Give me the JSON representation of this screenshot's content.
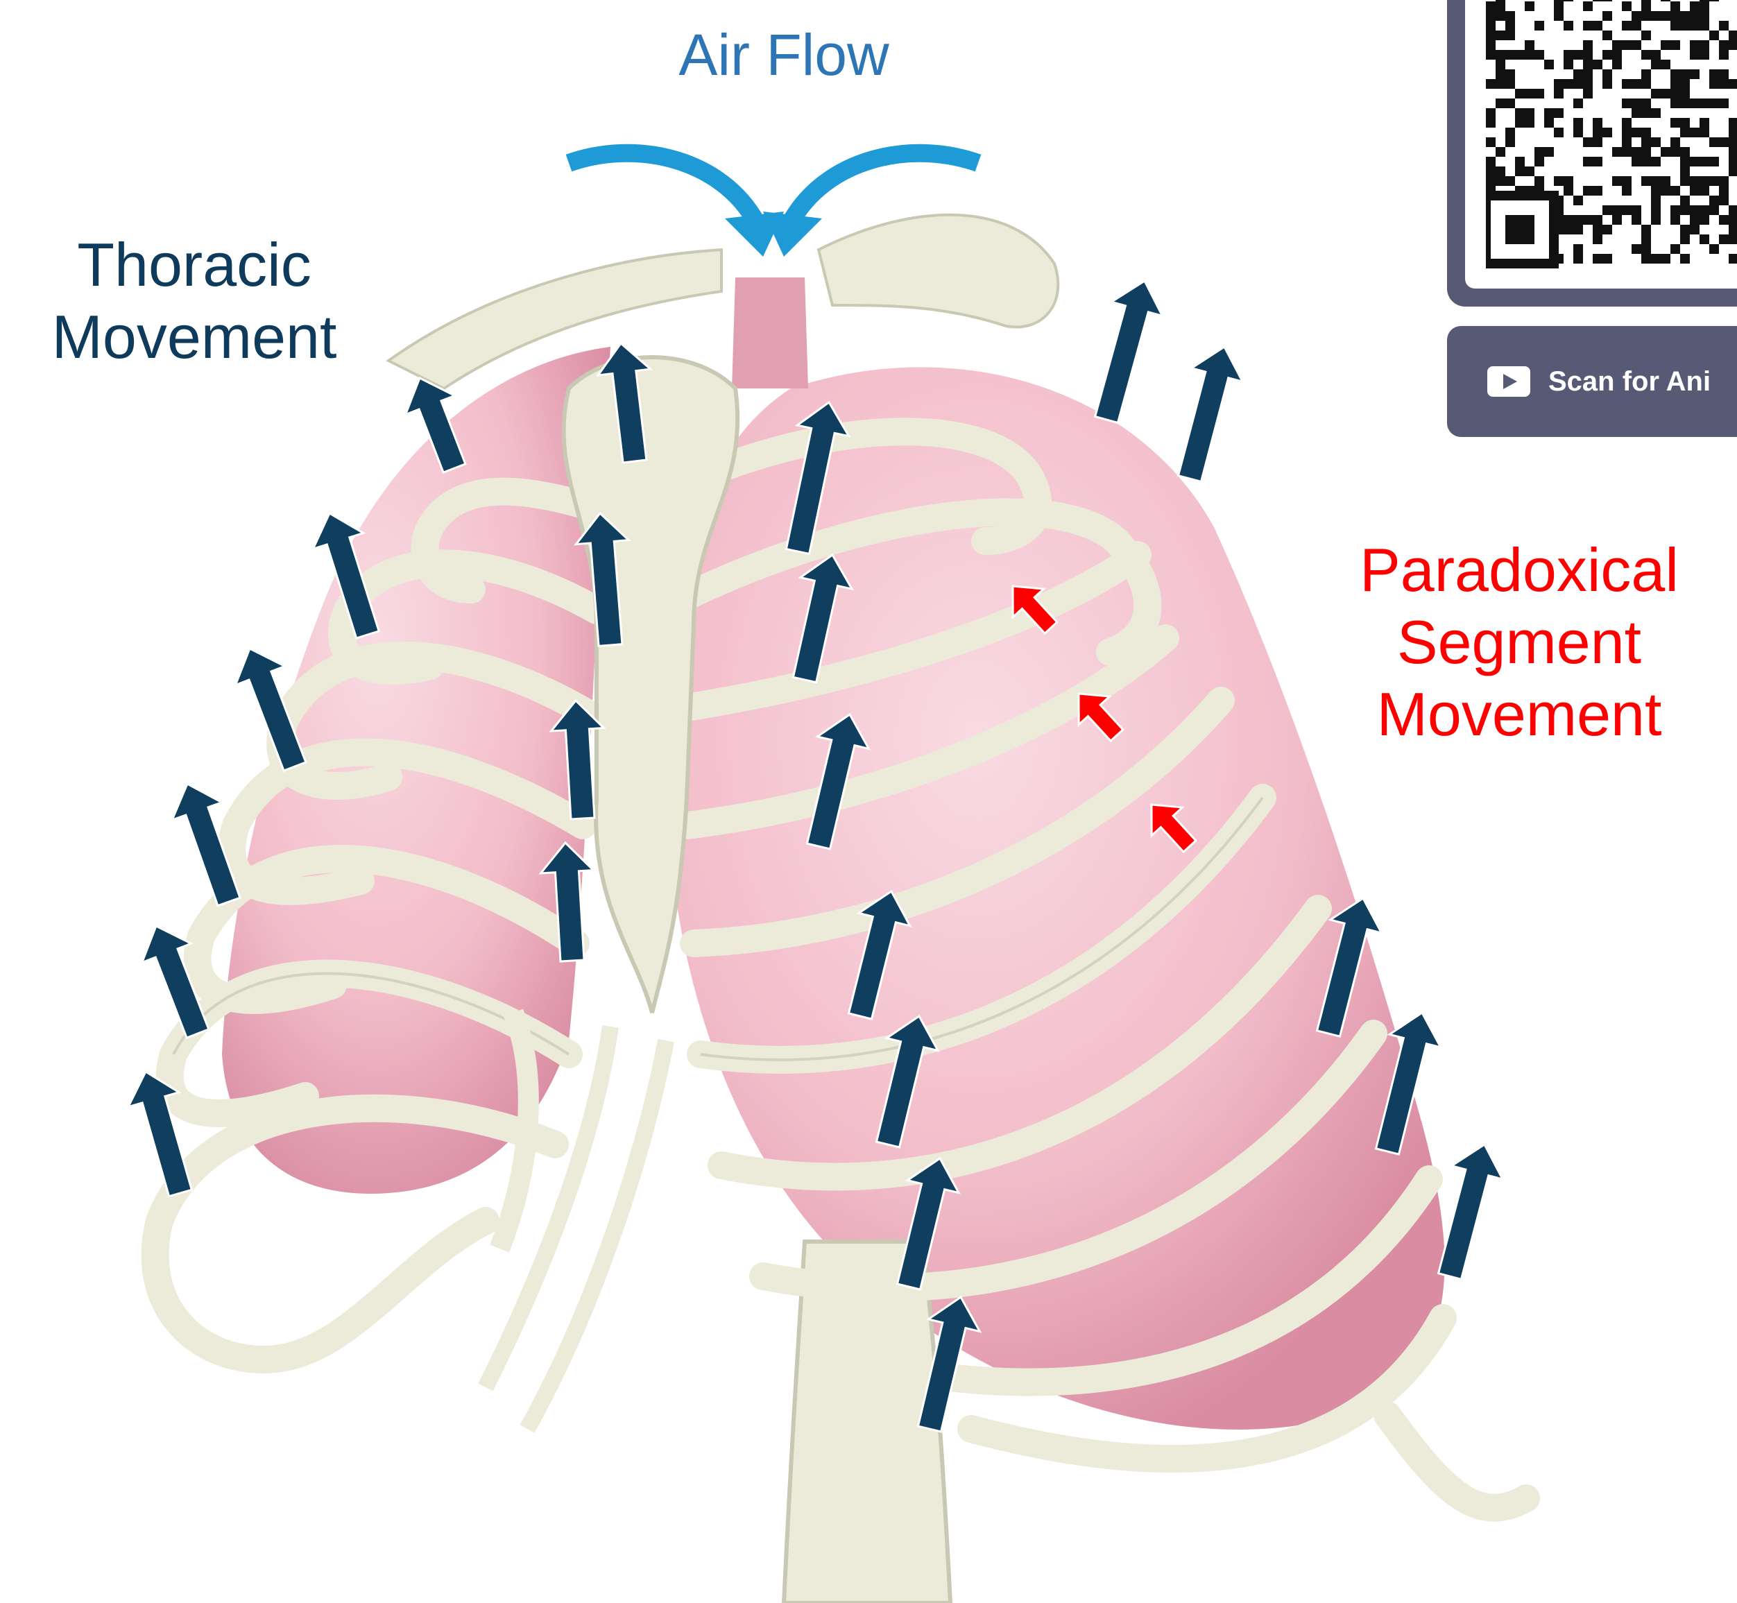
{
  "labels": {
    "air_flow": "Air Flow",
    "thoracic_line1": "Thoracic",
    "thoracic_line2": "Movement",
    "paradoxical_line1": "Paradoxical",
    "paradoxical_line2": "Segment",
    "paradoxical_line3": "Movement"
  },
  "scan_button": {
    "label": "Scan for Ani",
    "icon": "play-icon"
  },
  "colors": {
    "air_flow_text": "#2e75b6",
    "air_flow_arrows": "#1e9ad6",
    "thoracic_text": "#0e3a5c",
    "movement_arrows": "#0f3e5f",
    "paradoxical_text": "#ff0000",
    "paradoxical_arrows": "#ff0000",
    "bone": "#ecebda",
    "bone_edge": "#c9c8b2",
    "lung": "#f2bcc9",
    "lung_shadow": "#de95a9",
    "card": "#565a75"
  }
}
